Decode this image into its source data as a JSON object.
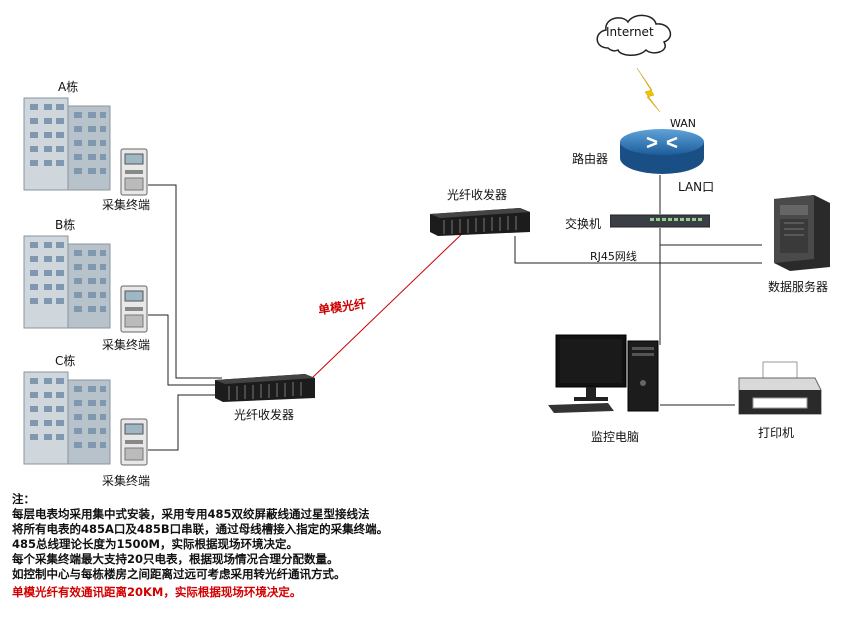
{
  "diagram": {
    "internet": "Internet",
    "wan": "WAN",
    "router": "路由器",
    "lan": "LAN口",
    "switch": "交换机",
    "server": "数据服务器",
    "rj45": "RJ45网线",
    "fiber_top": "光纤收发器",
    "fiber_bottom": "光纤收发器",
    "single_mode": "单模光纤",
    "monitor_pc": "监控电脑",
    "printer": "打印机",
    "buildings": [
      {
        "name": "A栋",
        "terminal": "采集终端"
      },
      {
        "name": "B栋",
        "terminal": "采集终端"
      },
      {
        "name": "C栋",
        "terminal": "采集终端"
      }
    ]
  },
  "notes": {
    "title": "注：",
    "lines": [
      "每层电表均采用集中式安装，采用专用485双绞屏蔽线通过星型接线法",
      "将所有电表的485A口及485B口串联，通过母线槽接入指定的采集终端。",
      "485总线理论长度为1500M，实际根据现场环境决定。",
      "每个采集终端最大支持20只电表，根据现场情况合理分配数量。",
      "如控制中心与每栋楼房之间距离过远可考虑采用转光纤通讯方式。"
    ],
    "red_line": "单模光纤有效通讯距离20KM，实际根据现场环境决定。"
  }
}
